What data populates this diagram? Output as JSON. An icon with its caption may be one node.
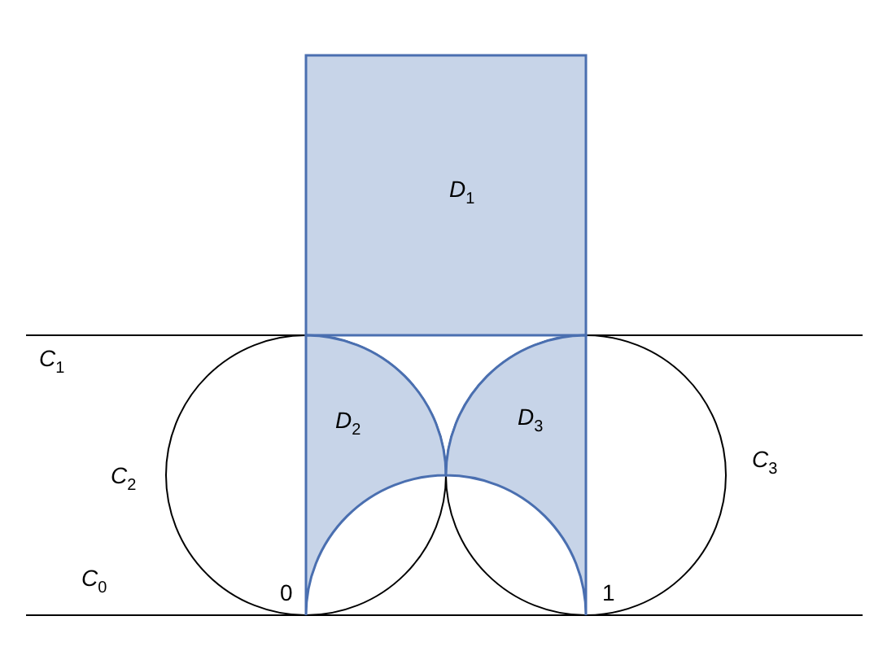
{
  "diagram": {
    "nodes": [
      {
        "text": [
          "*D*$_{1}$"
        ]
      },
      {
        "text": [
          "*D*$_{2}$"
        ]
      },
      {
        "text": [
          "*D*$_{3}$"
        ]
      }
    ],
    "labels": [
      "*C*$_{1}$",
      "*C*$_{2}$",
      "*C*$_{3}$",
      "*C*$_{0}$",
      "0",
      "1"
    ]
  }
}
